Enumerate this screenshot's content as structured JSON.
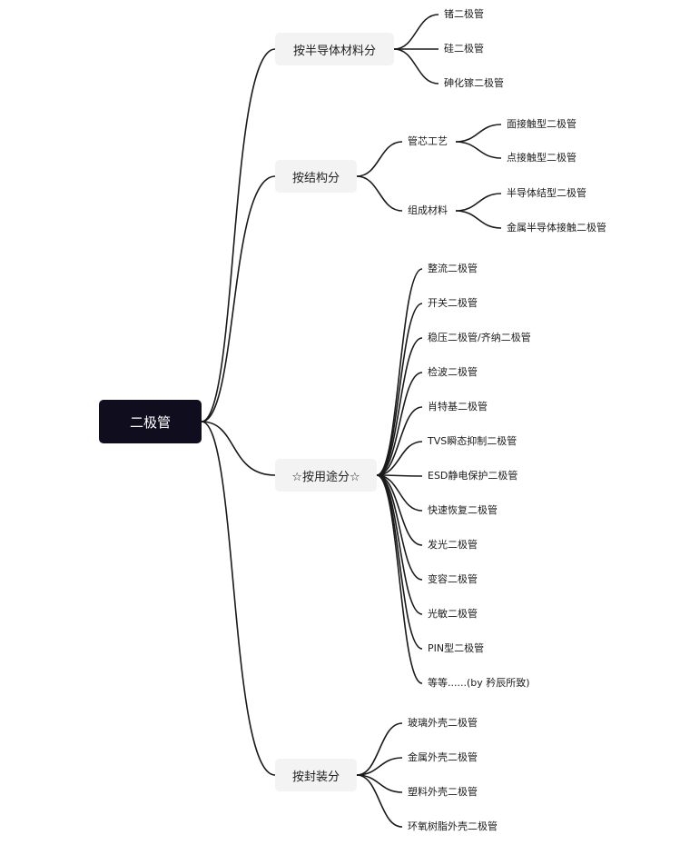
{
  "root": {
    "label": "二极管"
  },
  "categories": [
    {
      "label": "按半导体材料分",
      "leaves": [
        "锗二极管",
        "硅二极管",
        "砷化镓二极管"
      ]
    },
    {
      "label": "按结构分",
      "subgroups": [
        {
          "label": "管芯工艺",
          "leaves": [
            "面接触型二极管",
            "点接触型二极管"
          ]
        },
        {
          "label": "组成材料",
          "leaves": [
            "半导体结型二极管",
            "金属半导体接触二极管"
          ]
        }
      ]
    },
    {
      "label": "☆按用途分☆",
      "leaves": [
        "整流二极管",
        "开关二极管",
        "稳压二极管/齐纳二极管",
        "检波二极管",
        "肖特基二极管",
        "TVS瞬态抑制二极管",
        "ESD静电保护二极管",
        "快速恢复二极管",
        "发光二极管",
        "变容二极管",
        "光敏二极管",
        "PIN型二极管",
        "等等......(by 矜辰所致)"
      ]
    },
    {
      "label": "按封装分",
      "leaves": [
        "玻璃外壳二极管",
        "金属外壳二极管",
        "塑料外壳二极管",
        "环氧树脂外壳二极管"
      ]
    }
  ],
  "colors": {
    "root_bg": "#100d1f",
    "category_bg": "#f3f3f3",
    "connector": "#1a1a1a"
  }
}
